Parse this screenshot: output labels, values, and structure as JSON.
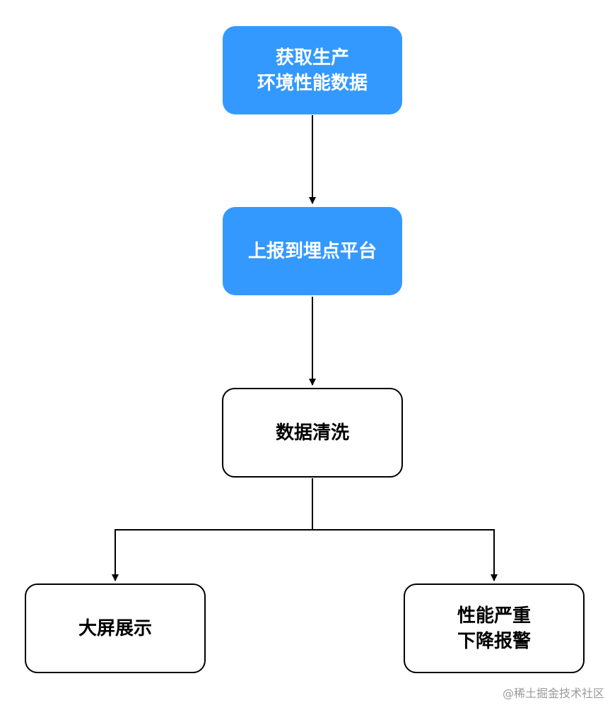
{
  "nodes": {
    "collect": {
      "lines": [
        "获取生产",
        "环境性能数据"
      ]
    },
    "report": {
      "lines": [
        "上报到埋点平台"
      ]
    },
    "clean": {
      "lines": [
        "数据清洗"
      ]
    },
    "dashboard": {
      "lines": [
        "大屏展示"
      ]
    },
    "alert": {
      "lines": [
        "性能严重",
        "下降报警"
      ]
    }
  },
  "edges": [
    {
      "from": "collect",
      "to": "report"
    },
    {
      "from": "report",
      "to": "clean"
    },
    {
      "from": "clean",
      "to": "dashboard"
    },
    {
      "from": "clean",
      "to": "alert"
    }
  ],
  "watermark": "@稀土掘金技术社区",
  "colors": {
    "filled": "#3399ff",
    "stroke": "#000000"
  }
}
